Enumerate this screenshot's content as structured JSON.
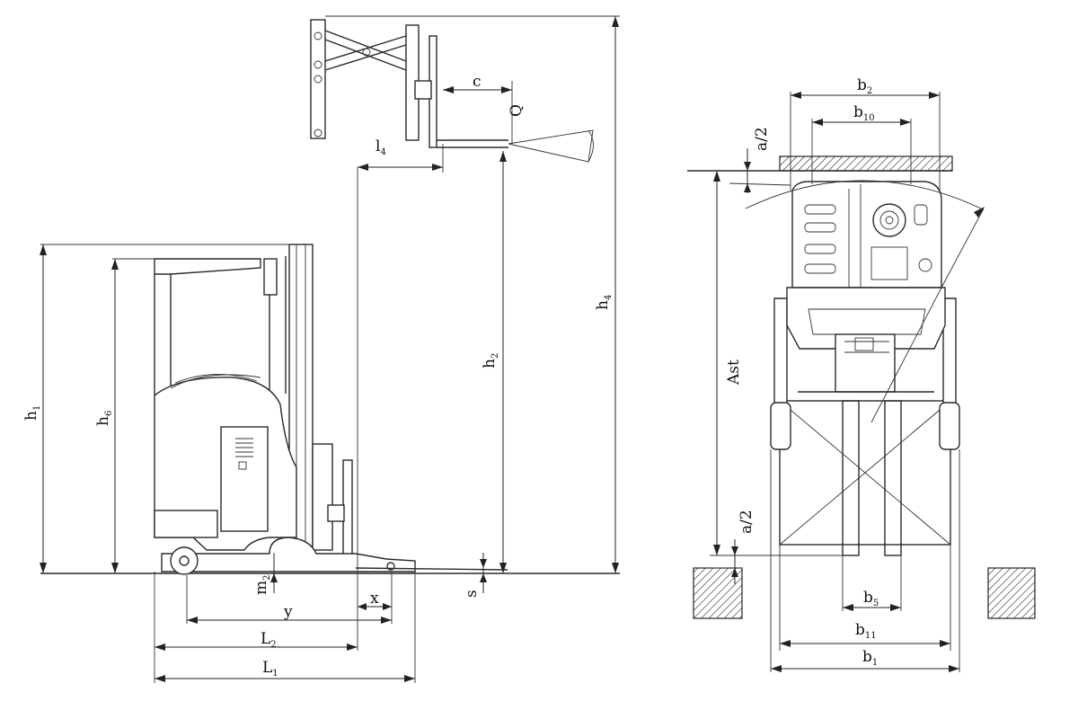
{
  "labels": {
    "c": "c",
    "Q": "Q",
    "l4": "l",
    "l4_sub": "4",
    "h4": "h",
    "h4_sub": "4",
    "h2": "h",
    "h2_sub": "2",
    "h1": "h",
    "h1_sub": "1",
    "h6": "h",
    "h6_sub": "6",
    "m2": "m",
    "m2_sub": "2",
    "s": "s",
    "x": "x",
    "y": "y",
    "L2": "L",
    "L2_sub": "2",
    "L1": "L",
    "L1_sub": "1",
    "b2": "b",
    "b2_sub": "2",
    "b10": "b",
    "b10_sub": "10",
    "a2_top": "a/2",
    "a2_bottom": "a/2",
    "Ast": "Ast",
    "b5": "b",
    "b5_sub": "5",
    "b11": "b",
    "b11_sub": "11",
    "b1": "b",
    "b1_sub": "1"
  }
}
